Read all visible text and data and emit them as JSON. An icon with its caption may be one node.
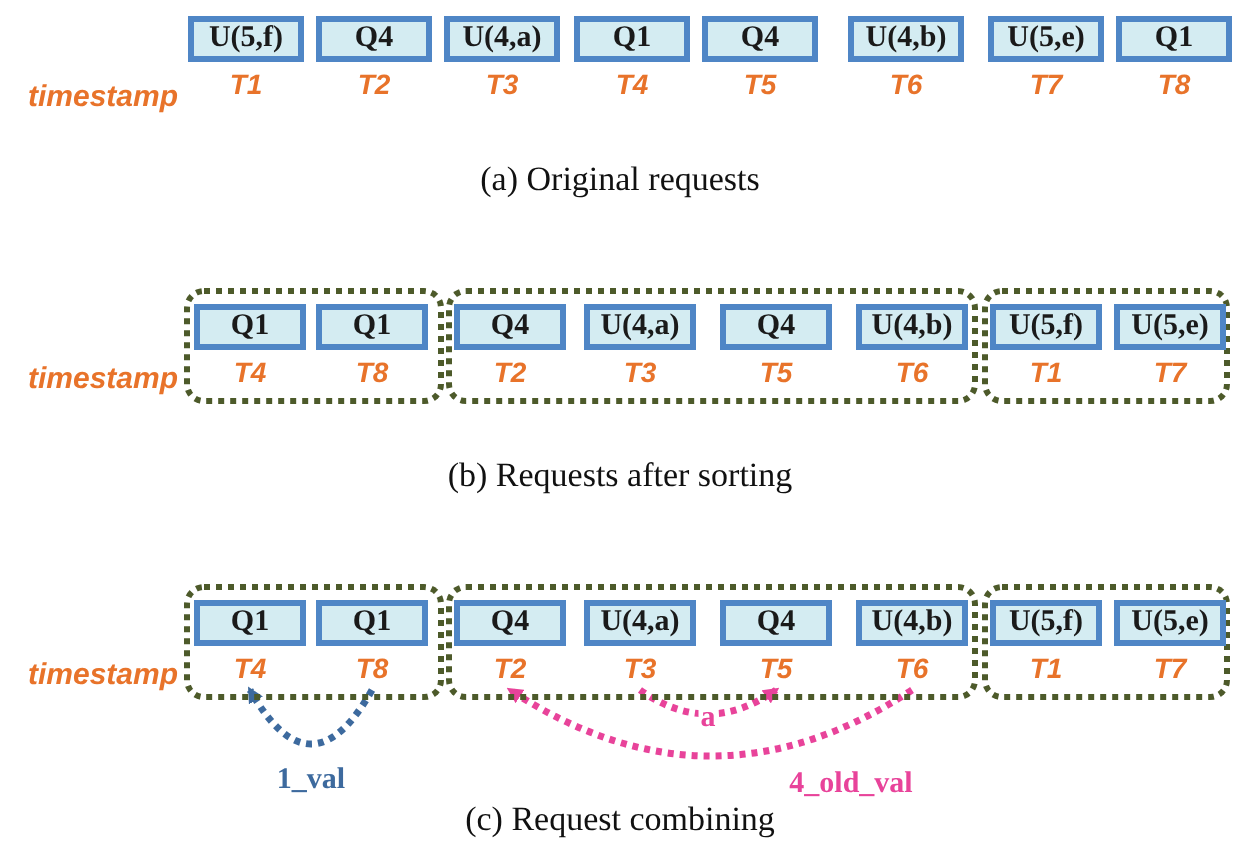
{
  "diagram": {
    "nodes": [
      {
        "text": [
          "U(5,f)"
        ],
        "beside": [
          "T1"
        ]
      },
      {
        "text": [
          "Q4"
        ],
        "beside": [
          "T2"
        ]
      },
      {
        "text": [
          "U(4,a)"
        ],
        "beside": [
          "T3"
        ]
      },
      {
        "text": [
          "Q1"
        ],
        "beside": [
          "T4"
        ]
      },
      {
        "text": [
          "Q4"
        ],
        "beside": [
          "T5"
        ]
      },
      {
        "text": [
          "U(4,b)"
        ],
        "beside": [
          "T6"
        ]
      },
      {
        "text": [
          "U(5,e)"
        ],
        "beside": [
          "T7"
        ]
      },
      {
        "text": [
          "Q1"
        ],
        "beside": [
          "T8"
        ]
      },
      {
        "text": [],
        "shape": "box"
      },
      {
        "text": [
          "Q1"
        ],
        "beside": [
          "T4"
        ],
        "in": 8
      },
      {
        "text": [
          "Q1"
        ],
        "beside": [
          "T8"
        ],
        "in": 8
      },
      {
        "text": [],
        "shape": "box"
      },
      {
        "text": [
          "Q4"
        ],
        "beside": [
          "T2"
        ],
        "in": 11
      },
      {
        "text": [
          "U(4,a)"
        ],
        "beside": [
          "T3"
        ],
        "in": 11
      },
      {
        "text": [
          "Q4"
        ],
        "beside": [
          "T5"
        ],
        "in": 11
      },
      {
        "text": [
          "U(4,b)"
        ],
        "beside": [
          "T6"
        ],
        "in": 11
      },
      {
        "text": [],
        "shape": "box"
      },
      {
        "text": [
          "U(5,f)"
        ],
        "beside": [
          "T1"
        ],
        "in": 16
      },
      {
        "text": [
          "U(5,e)"
        ],
        "beside": [
          "T7"
        ],
        "in": 16
      },
      {
        "text": [],
        "shape": "box"
      },
      {
        "text": [
          "Q1"
        ],
        "beside": [
          "T4"
        ],
        "in": 19
      },
      {
        "text": [
          "Q1"
        ],
        "beside": [
          "T8"
        ],
        "in": 19
      },
      {
        "text": [],
        "shape": "box"
      },
      {
        "text": [
          "Q4"
        ],
        "beside": [
          "T2"
        ],
        "in": 22
      },
      {
        "text": [
          "U(4,a)"
        ],
        "beside": [
          "T3"
        ],
        "in": 22
      },
      {
        "text": [
          "Q4"
        ],
        "beside": [
          "T5"
        ],
        "in": 22
      },
      {
        "text": [
          "U(4,b)"
        ],
        "beside": [
          "T6"
        ],
        "in": 22
      },
      {
        "text": [],
        "shape": "box"
      },
      {
        "text": [
          "U(5,f)"
        ],
        "beside": [
          "T1"
        ],
        "in": 27
      },
      {
        "text": [
          "U(5,e)"
        ],
        "beside": [
          "T7"
        ],
        "in": 27
      }
    ],
    "edges": [
      {
        "from": 21,
        "to": 20,
        "arrow": "to",
        "label": "1_val",
        "style": "dashed",
        "color": "#3d6a9e"
      },
      {
        "from": 24,
        "to": 25,
        "arrow": "to",
        "label": "a",
        "style": "dashed",
        "color": "#e8439a"
      },
      {
        "from": 26,
        "to": 23,
        "arrow": "to",
        "label": "4_old_val",
        "style": "dashed",
        "color": "#e8439a"
      }
    ],
    "labels": [
      "timestamp",
      "(a) Original requests",
      "timestamp",
      "(b) Requests after sorting",
      "timestamp",
      "(c) Request combining"
    ]
  }
}
